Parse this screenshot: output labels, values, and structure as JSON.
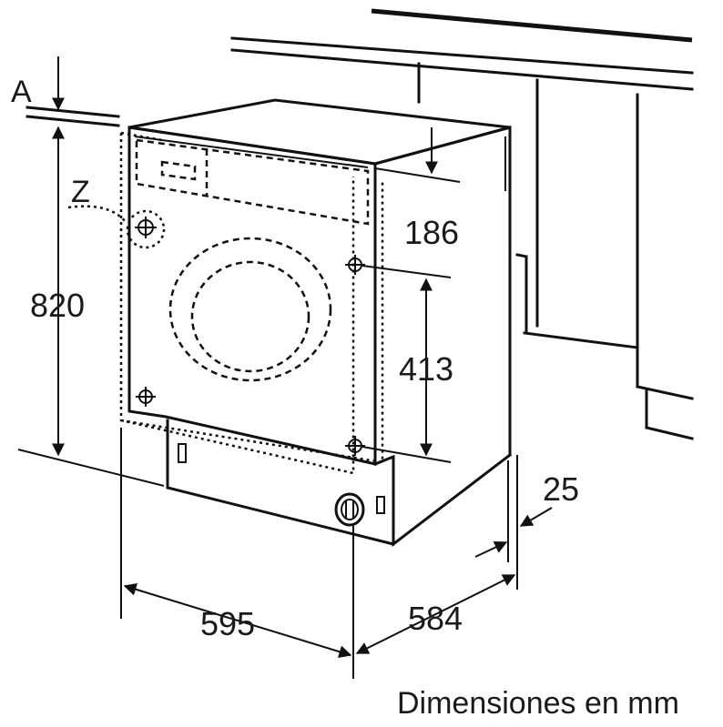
{
  "dimensions": {
    "height_total": "820",
    "door_offset": "186",
    "hinge_spacing": "413",
    "width": "595",
    "depth": "584",
    "rear_gap": "25"
  },
  "labels": {
    "adjustment_label": "A",
    "hinge_label": "Z"
  },
  "caption": "Dimensiones en mm"
}
